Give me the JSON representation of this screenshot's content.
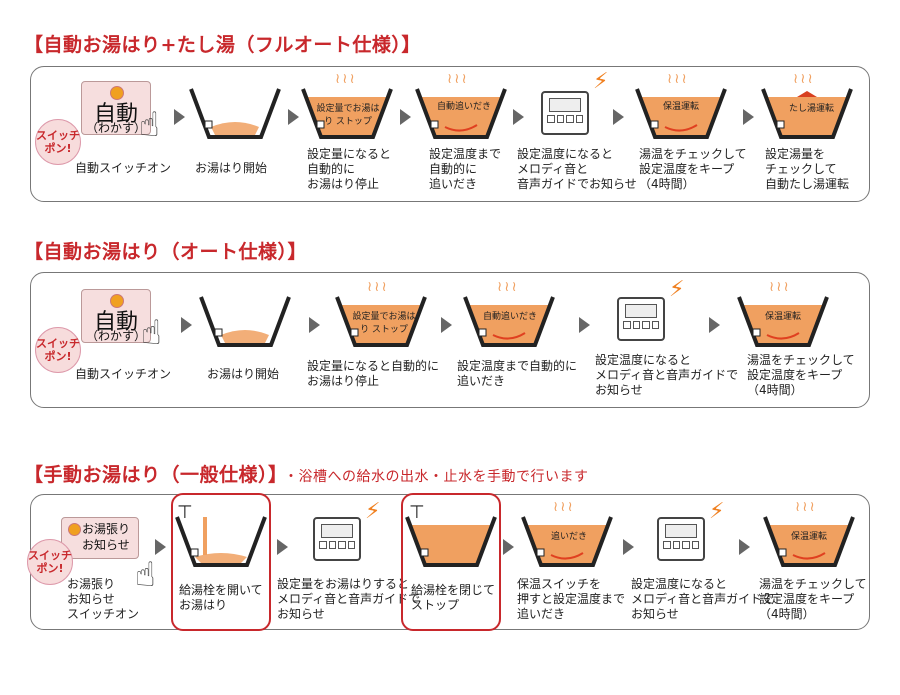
{
  "sections": [
    {
      "title": "【自動お湯はり+たし湯（フルオート仕様）】",
      "steps": [
        {
          "caption": [
            "自動スイッチオン"
          ],
          "button_big": "自動",
          "button_small": "（わかす）",
          "push": "スイッチ ポン!"
        },
        {
          "caption": [
            "お湯はり開始"
          ]
        },
        {
          "caption": [
            "設定量になると",
            "自動的に",
            "お湯はり停止"
          ],
          "tub_label": "設定量でお湯はり ストップ"
        },
        {
          "caption": [
            "設定温度まで",
            "自動的に",
            "追いだき"
          ],
          "tub_label": "自動追いだき"
        },
        {
          "caption": [
            "設定温度になると",
            "メロディ音と",
            "音声ガイドでお知らせ"
          ]
        },
        {
          "caption": [
            "湯温をチェックして",
            "設定温度をキープ",
            "（4時間）"
          ],
          "tub_label": "保温運転"
        },
        {
          "caption": [
            "設定湯量を",
            "チェックして",
            "自動たし湯運転"
          ],
          "tub_label": "たし湯運転"
        }
      ]
    },
    {
      "title": "【自動お湯はり（オート仕様）】",
      "steps": [
        {
          "caption": [
            "自動スイッチオン"
          ],
          "button_big": "自動",
          "button_small": "（わかす）",
          "push": "スイッチ ポン!"
        },
        {
          "caption": [
            "お湯はり開始"
          ]
        },
        {
          "caption": [
            "設定量になると自動的に",
            "お湯はり停止"
          ],
          "tub_label": "設定量でお湯はり ストップ"
        },
        {
          "caption": [
            "設定温度まで自動的に",
            "追いだき"
          ],
          "tub_label": "自動追いだき"
        },
        {
          "caption": [
            "設定温度になると",
            "メロディ音と音声ガイドで",
            "お知らせ"
          ]
        },
        {
          "caption": [
            "湯温をチェックして",
            "設定温度をキープ",
            "（4時間）"
          ],
          "tub_label": "保温運転"
        }
      ]
    },
    {
      "title": "【手動お湯はり（一般仕様）】",
      "note": "・浴槽への給水の出水・止水を手動で行います",
      "steps": [
        {
          "caption": [
            "お湯張り",
            "お知らせ",
            "スイッチオン"
          ],
          "button_text": [
            "お湯張り",
            "お知らせ"
          ],
          "push": "スイッチ ポン!"
        },
        {
          "caption": [
            "給湯栓を開いて",
            "お湯はり"
          ]
        },
        {
          "caption": [
            "設定量をお湯はりすると",
            "メロディ音と音声ガイドで",
            "お知らせ"
          ]
        },
        {
          "caption": [
            "給湯栓を閉じて",
            "ストップ"
          ]
        },
        {
          "caption": [
            "保温スイッチを",
            "押すと設定温度まで",
            "追いだき"
          ],
          "tub_label": "追いだき"
        },
        {
          "caption": [
            "設定温度になると",
            "メロディ音と音声ガイドで",
            "お知らせ"
          ]
        },
        {
          "caption": [
            "湯温をチェックして",
            "設定温度をキープ",
            "（4時間）"
          ],
          "tub_label": "保温運転"
        }
      ]
    }
  ],
  "colors": {
    "title_red": "#c8282c",
    "water_orange": "#f0a060",
    "arrow_gray": "#666666"
  },
  "icons": [
    "push-switch-icon",
    "hand-pointer-icon",
    "bathtub-icon",
    "remote-controller-icon",
    "sound-bolt-icon",
    "steam-icon",
    "faucet-icon",
    "flow-arrow-icon"
  ]
}
